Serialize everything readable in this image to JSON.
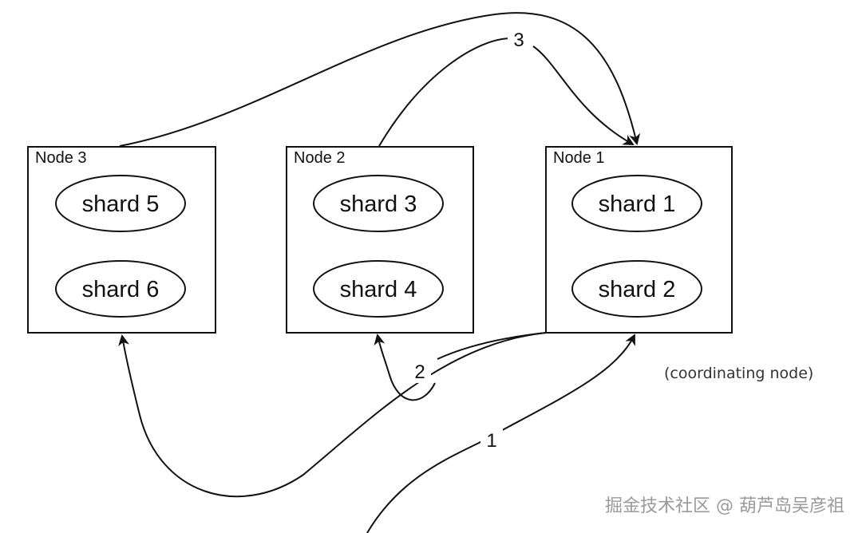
{
  "nodes": [
    {
      "label": "Node 3",
      "shards": [
        "shard 5",
        "shard 6"
      ]
    },
    {
      "label": "Node 2",
      "shards": [
        "shard 3",
        "shard 4"
      ]
    },
    {
      "label": "Node 1",
      "shards": [
        "shard 1",
        "shard 2"
      ]
    }
  ],
  "steps": {
    "step1": "1",
    "step2": "2",
    "step3": "3"
  },
  "coordinating_note": "(coordinating node)",
  "watermark": "掘金技术社区 @ 葫芦岛吴彦祖",
  "colors": {
    "line": "#111111",
    "background": "#ffffff",
    "watermark": "#9a9a9a"
  }
}
